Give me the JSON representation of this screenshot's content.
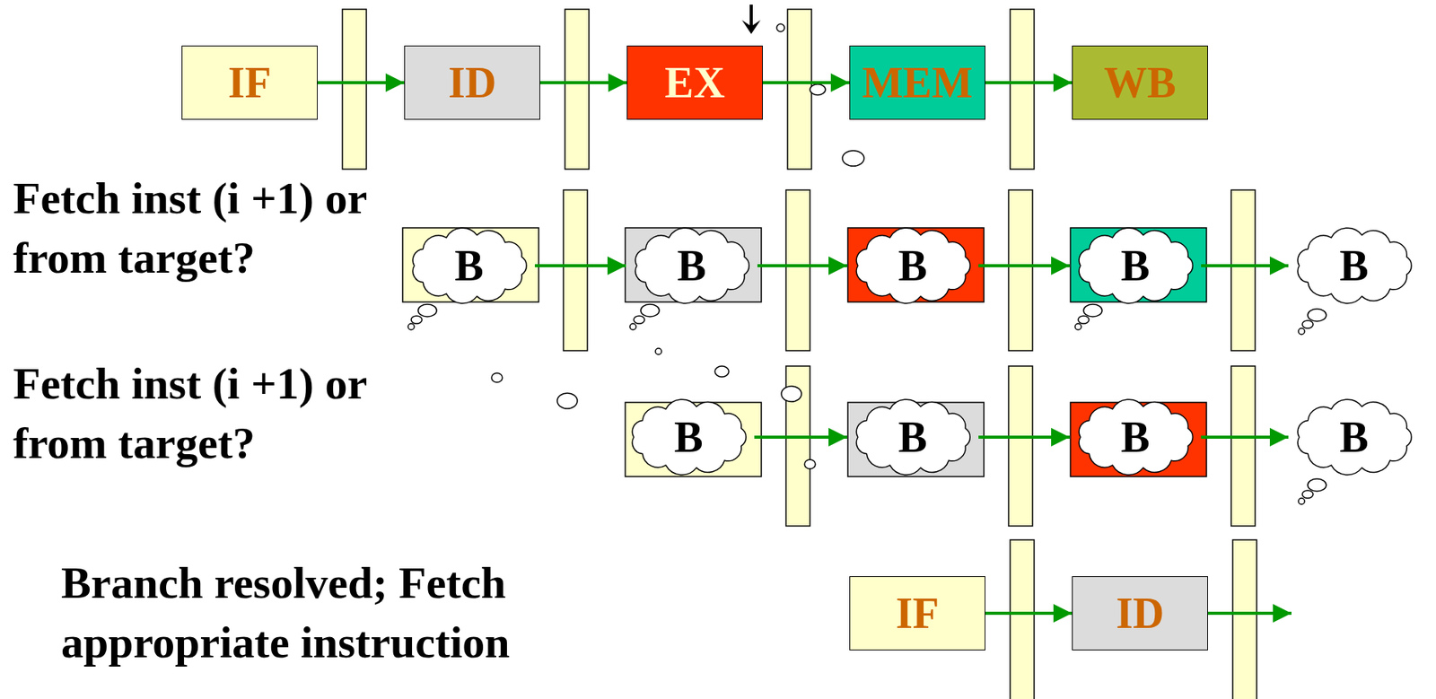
{
  "diagram": {
    "nodes": [
      {
        "text": [
          "IF"
        ]
      },
      {
        "text": [
          "ID"
        ]
      },
      {
        "text": [
          "EX"
        ]
      },
      {
        "text": [
          "MEM"
        ]
      },
      {
        "text": [
          "WB"
        ]
      },
      {
        "text": [
          "B"
        ]
      },
      {
        "text": [
          "B"
        ]
      },
      {
        "text": [
          "B"
        ]
      },
      {
        "text": [
          "B"
        ]
      },
      {
        "text": [
          "B"
        ]
      },
      {
        "text": [
          "B"
        ]
      },
      {
        "text": [
          "B"
        ]
      },
      {
        "text": [
          "B"
        ]
      },
      {
        "text": [
          "B"
        ]
      },
      {
        "text": [
          "IF"
        ]
      },
      {
        "text": [
          "ID"
        ]
      }
    ],
    "edges": [
      {
        "from": 0,
        "to": 1,
        "arrow": "to"
      },
      {
        "from": 1,
        "to": 2,
        "arrow": "to"
      },
      {
        "from": 2,
        "to": 3,
        "arrow": "to"
      },
      {
        "from": 3,
        "to": 4,
        "arrow": "to"
      },
      {
        "from": 5,
        "to": 6,
        "arrow": "to"
      },
      {
        "from": 6,
        "to": 7,
        "arrow": "to"
      },
      {
        "from": 7,
        "to": 8,
        "arrow": "to"
      },
      {
        "from": 8,
        "to": 9,
        "arrow": "to"
      },
      {
        "from": 10,
        "to": 11,
        "arrow": "to"
      },
      {
        "from": 11,
        "to": 12,
        "arrow": "to"
      },
      {
        "from": 12,
        "to": 13,
        "arrow": "to"
      },
      {
        "from": 14,
        "to": 15,
        "arrow": "to"
      }
    ],
    "labels": [
      "Fetch inst (i +1) or from target?",
      "Fetch inst (i +1) or from target?",
      "Branch resolved; Fetch appropriate instruction"
    ]
  }
}
